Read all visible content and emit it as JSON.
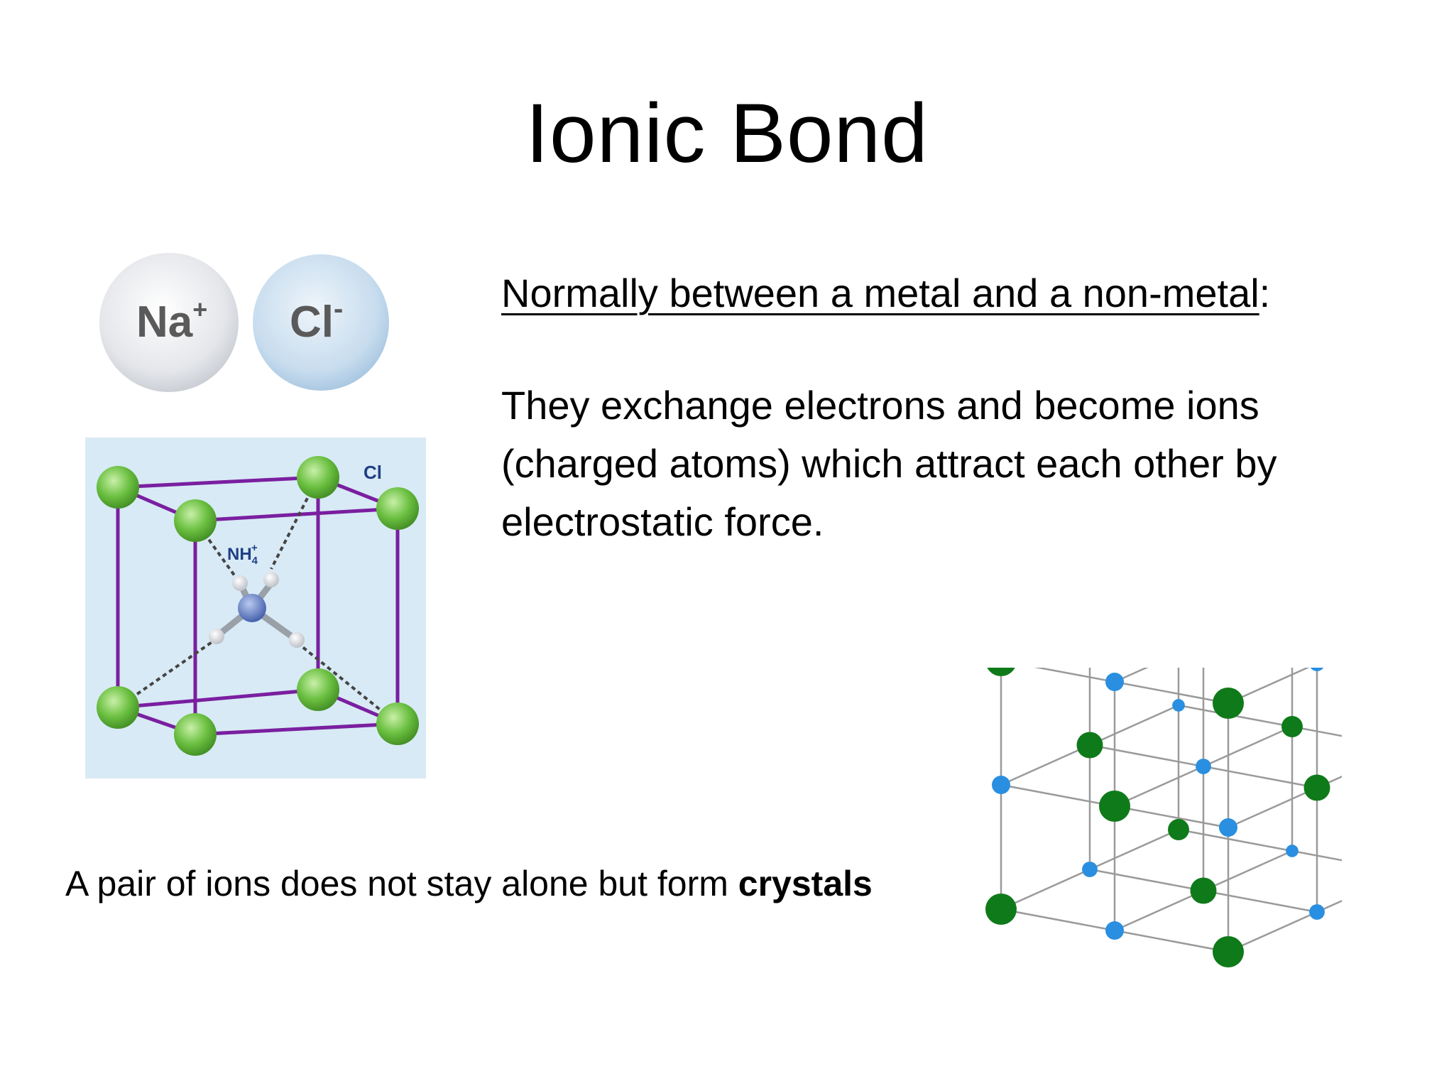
{
  "slide": {
    "title": "Ionic Bond",
    "heading_underlined": "Normally between a metal and a non-metal",
    "heading_suffix": ":",
    "body": "They exchange electrons and become ions (charged atoms) which attract each other by electrostatic force.",
    "caption_prefix": "A pair of ions does not stay alone but form ",
    "caption_bold": "crystals"
  },
  "ion_pair": {
    "cation_symbol": "Na",
    "cation_charge": "+",
    "anion_symbol": "Cl",
    "anion_charge": "-"
  },
  "nh4_lattice": {
    "corner_label": "Cl",
    "center_label": "NH",
    "center_sub": "4",
    "center_sup": "+"
  },
  "colors": {
    "cube_edge": "#7a1fa0",
    "cl_sphere": "#6abf40",
    "nacl_green": "#0f7a1a",
    "nacl_blue": "#2a8fe0"
  }
}
